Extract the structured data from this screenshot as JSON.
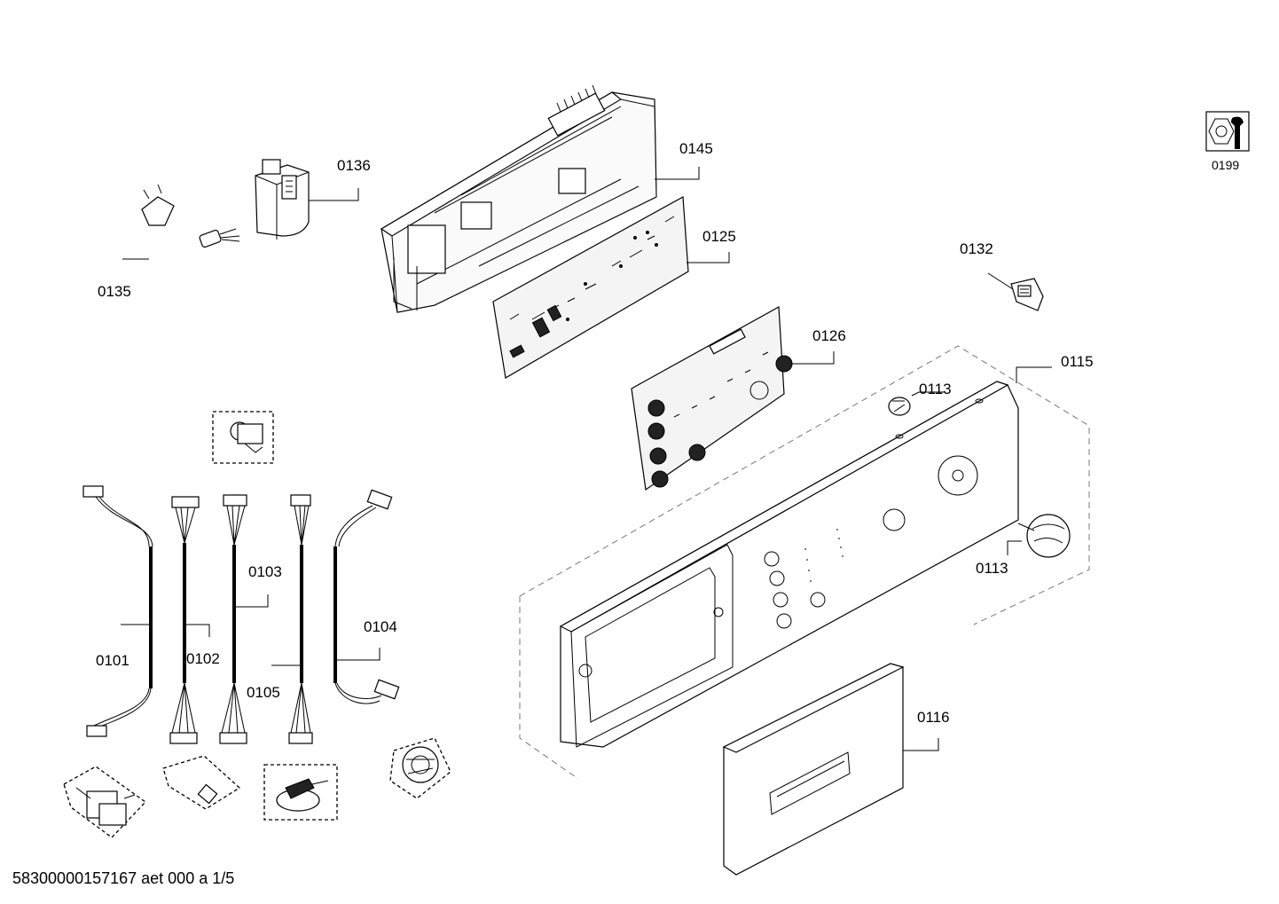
{
  "labels": {
    "p0135": "0135",
    "p0136": "0136",
    "p0145": "0145",
    "p0125": "0125",
    "p0126": "0126",
    "p0132": "0132",
    "p0115": "0115",
    "p0113a": "0113",
    "p0113b": "0113",
    "p0116": "0116",
    "p0101": "0101",
    "p0102": "0102",
    "p0103": "0103",
    "p0104": "0104",
    "p0105": "0105",
    "p0199": "0199"
  },
  "footer": "58300000157167 aet 000 a 1/5"
}
